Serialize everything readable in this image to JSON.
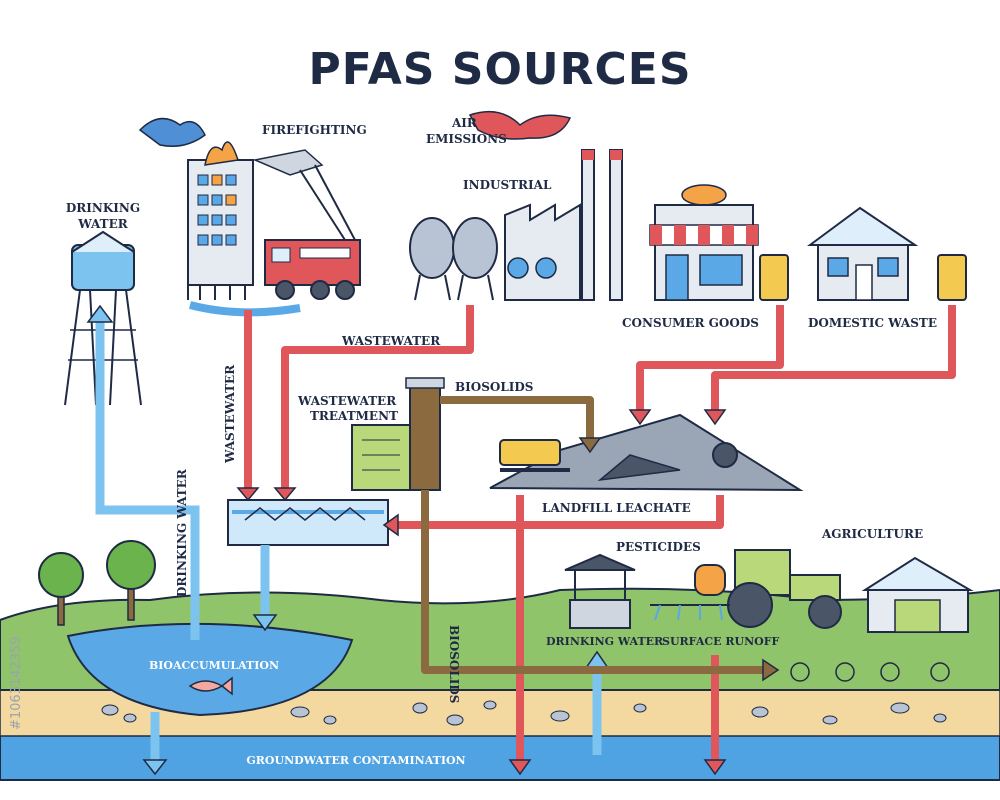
{
  "title": "PFAS SOURCES",
  "labels": {
    "firefighting": "FIREFIGHTING",
    "air_emissions_1": "AIR",
    "air_emissions_2": "EMISSIONS",
    "industrial": "INDUSTRIAL",
    "drinking_water_top_1": "DRINKING",
    "drinking_water_top_2": "WATER",
    "consumer_goods": "CONSUMER GOODS",
    "domestic_waste": "DOMESTIC WASTE",
    "wastewater_horizontal": "WASTEWATER",
    "wastewater_vertical": "WASTEWATER",
    "wastewater_treatment_1": "WASTEWATER",
    "wastewater_treatment_2": "TREATMENT",
    "biosolids_top": "BIOSOLIDS",
    "biosolids_vertical": "BIOSOLIDS",
    "drinking_water_vertical": "DRINKING WATER",
    "landfill_leachate": "LANDFILL LEACHATE",
    "pesticides": "PESTICIDES",
    "agriculture": "AGRICULTURE",
    "drinking_water_well": "DRINKING WATER",
    "surface_runoff": "SURFACE RUNOFF",
    "bioaccumulation": "BIOACCUMULATION",
    "groundwater_contamination": "GROUNDWATER CONTAMINATION"
  },
  "stock": {
    "id_number": "#1063142359"
  },
  "colors": {
    "arrow_red": "#e0575b",
    "arrow_blue": "#7cc3f0",
    "arrow_brown": "#8a6a3e",
    "grass": "#8fc46a",
    "soil": "#f3d9a0",
    "water": "#5aa9e6",
    "outline": "#1f2a44"
  }
}
